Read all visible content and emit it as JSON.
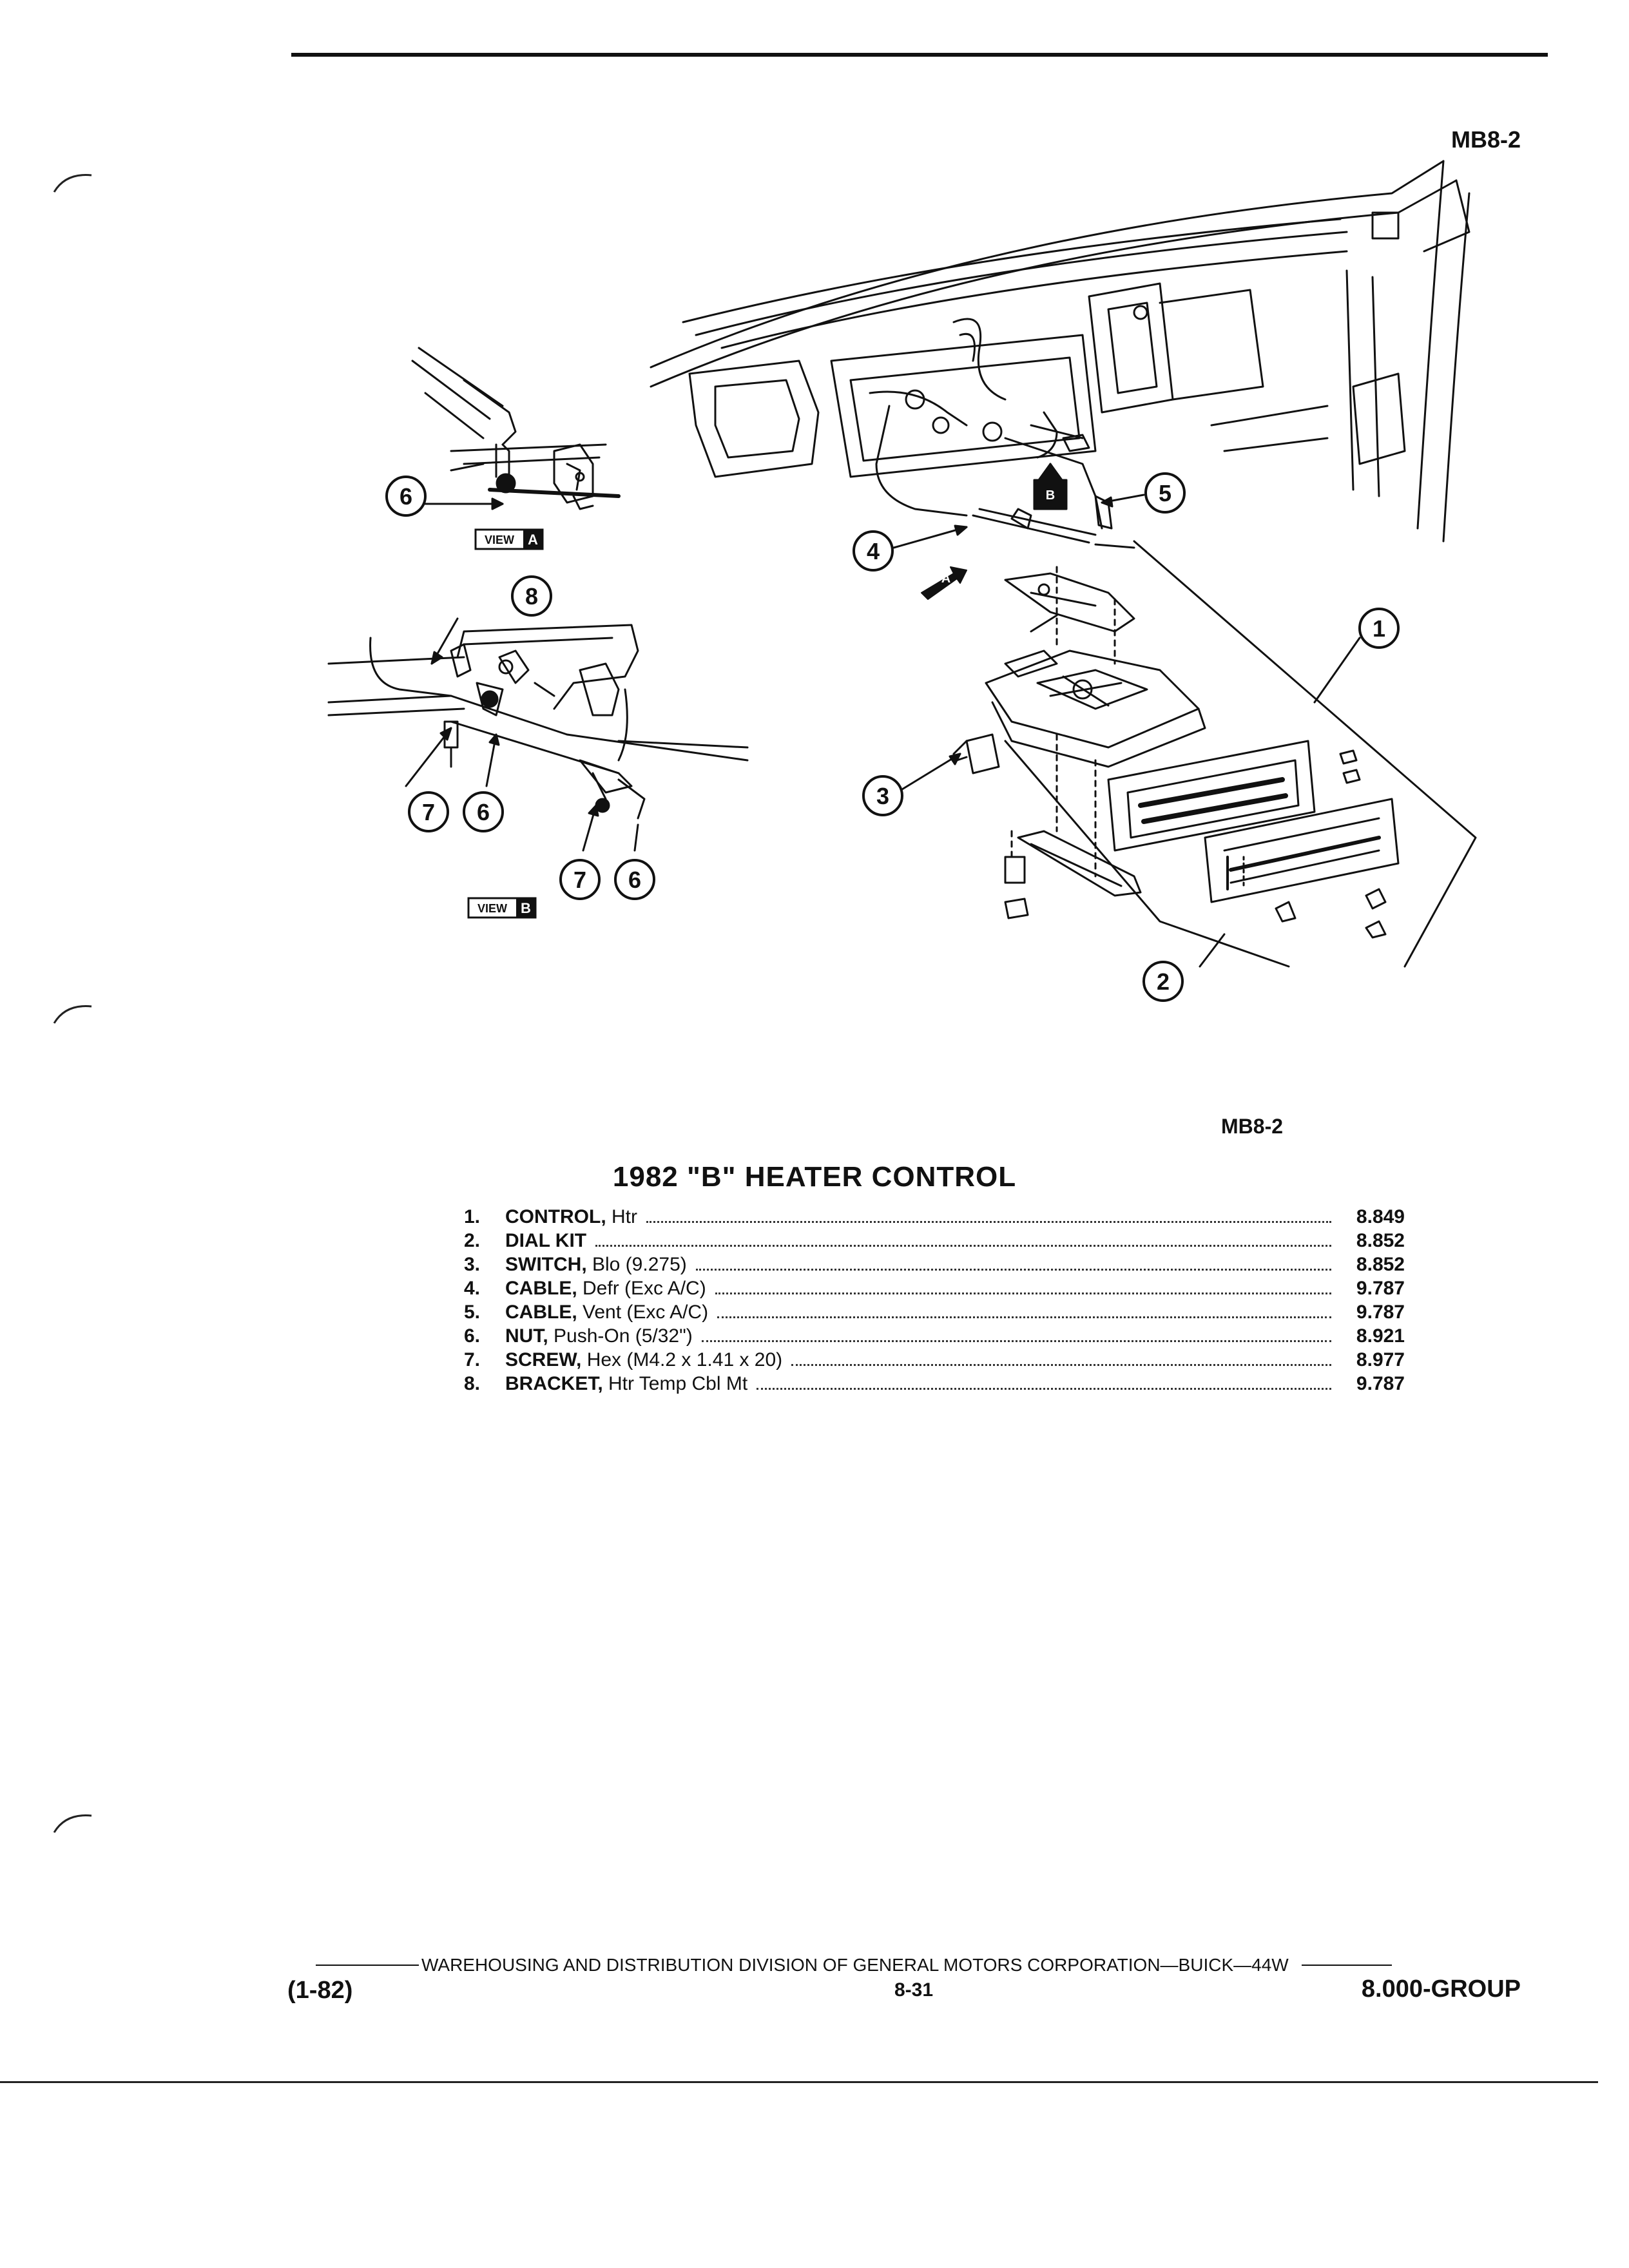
{
  "header": {
    "ref_code": "MB8-2"
  },
  "diagram": {
    "ref_code": "MB8-2",
    "callouts": {
      "c1": "1",
      "c2": "2",
      "c3": "3",
      "c4": "4",
      "c5": "5",
      "c6a": "6",
      "c6b": "6",
      "c6c": "6",
      "c7a": "7",
      "c7b": "7",
      "c8": "8"
    },
    "view_a_label": "VIEW",
    "view_a_letter": "A",
    "view_b_label": "VIEW",
    "view_b_letter": "B",
    "arrow_a_letter": "A",
    "arrow_b_letter": "B"
  },
  "title": "1982 \"B\" HEATER CONTROL",
  "parts": [
    {
      "num": "1.",
      "name": "CONTROL,",
      "detail": " Htr",
      "ref": "8.849"
    },
    {
      "num": "2.",
      "name": "DIAL KIT",
      "detail": "",
      "ref": "8.852"
    },
    {
      "num": "3.",
      "name": "SWITCH,",
      "detail": " Blo (9.275)",
      "ref": "8.852"
    },
    {
      "num": "4.",
      "name": "CABLE,",
      "detail": " Defr (Exc A/C)",
      "ref": "9.787"
    },
    {
      "num": "5.",
      "name": "CABLE,",
      "detail": " Vent (Exc A/C)",
      "ref": "9.787"
    },
    {
      "num": "6.",
      "name": "NUT,",
      "detail": " Push-On (5/32\")",
      "ref": "8.921"
    },
    {
      "num": "7.",
      "name": "SCREW,",
      "detail": " Hex (M4.2 x 1.41 x 20)",
      "ref": "8.977"
    },
    {
      "num": "8.",
      "name": "BRACKET,",
      "detail": " Htr Temp Cbl Mt",
      "ref": "9.787"
    }
  ],
  "footer": {
    "division": "WAREHOUSING AND DISTRIBUTION  DIVISION OF GENERAL MOTORS CORPORATION—BUICK—44W",
    "date": "(1-82)",
    "page": "8-31",
    "group": "8.000-GROUP"
  }
}
